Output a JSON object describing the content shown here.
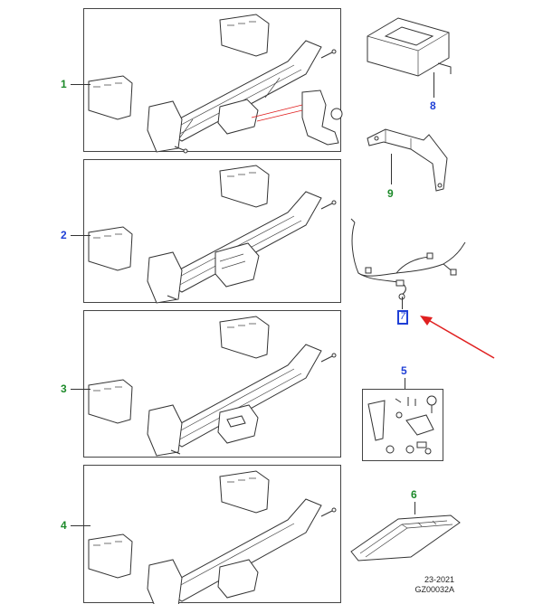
{
  "callouts": {
    "c1": "1",
    "c2": "2",
    "c3": "3",
    "c4": "4",
    "c5": "5",
    "c6": "6",
    "c8": "8",
    "c9": "9",
    "c7": "7"
  },
  "footer": {
    "line1": "23-2021",
    "line2": "GZ00032A"
  },
  "colors": {
    "callout_blue": "#1f3fd6",
    "callout_green": "#1d8a2a",
    "arrow_red": "#e02020"
  }
}
